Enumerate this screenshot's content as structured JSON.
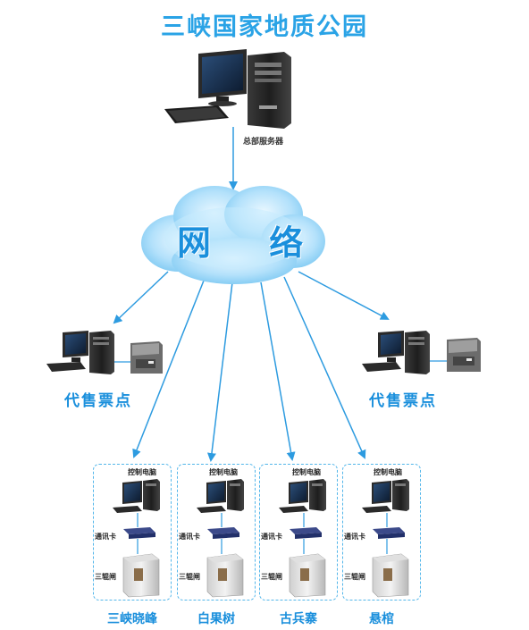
{
  "title": "三峡国家地质公园",
  "server_label": "总部服务器",
  "network_label": "网 络",
  "ticket_agents": [
    {
      "label": "代售票点"
    },
    {
      "label": "代售票点"
    }
  ],
  "sites": [
    {
      "name": "三峡晓峰",
      "control_pc": "控制电脑",
      "comm_card": "通讯卡",
      "turnstile": "三辊闸"
    },
    {
      "name": "白果树",
      "control_pc": "控制电脑",
      "comm_card": "通讯卡",
      "turnstile": "三辊闸"
    },
    {
      "name": "古兵寨",
      "control_pc": "控制电脑",
      "comm_card": "通讯卡",
      "turnstile": "三辊闸"
    },
    {
      "name": "悬棺",
      "control_pc": "控制电脑",
      "comm_card": "通讯卡",
      "turnstile": "三辊闸"
    }
  ],
  "colors": {
    "accent": "#1a8fdc",
    "title": "#2aa3e6",
    "line": "#2d9be0",
    "cloud": "#8fd0f5",
    "box_border": "#53b6ea"
  }
}
